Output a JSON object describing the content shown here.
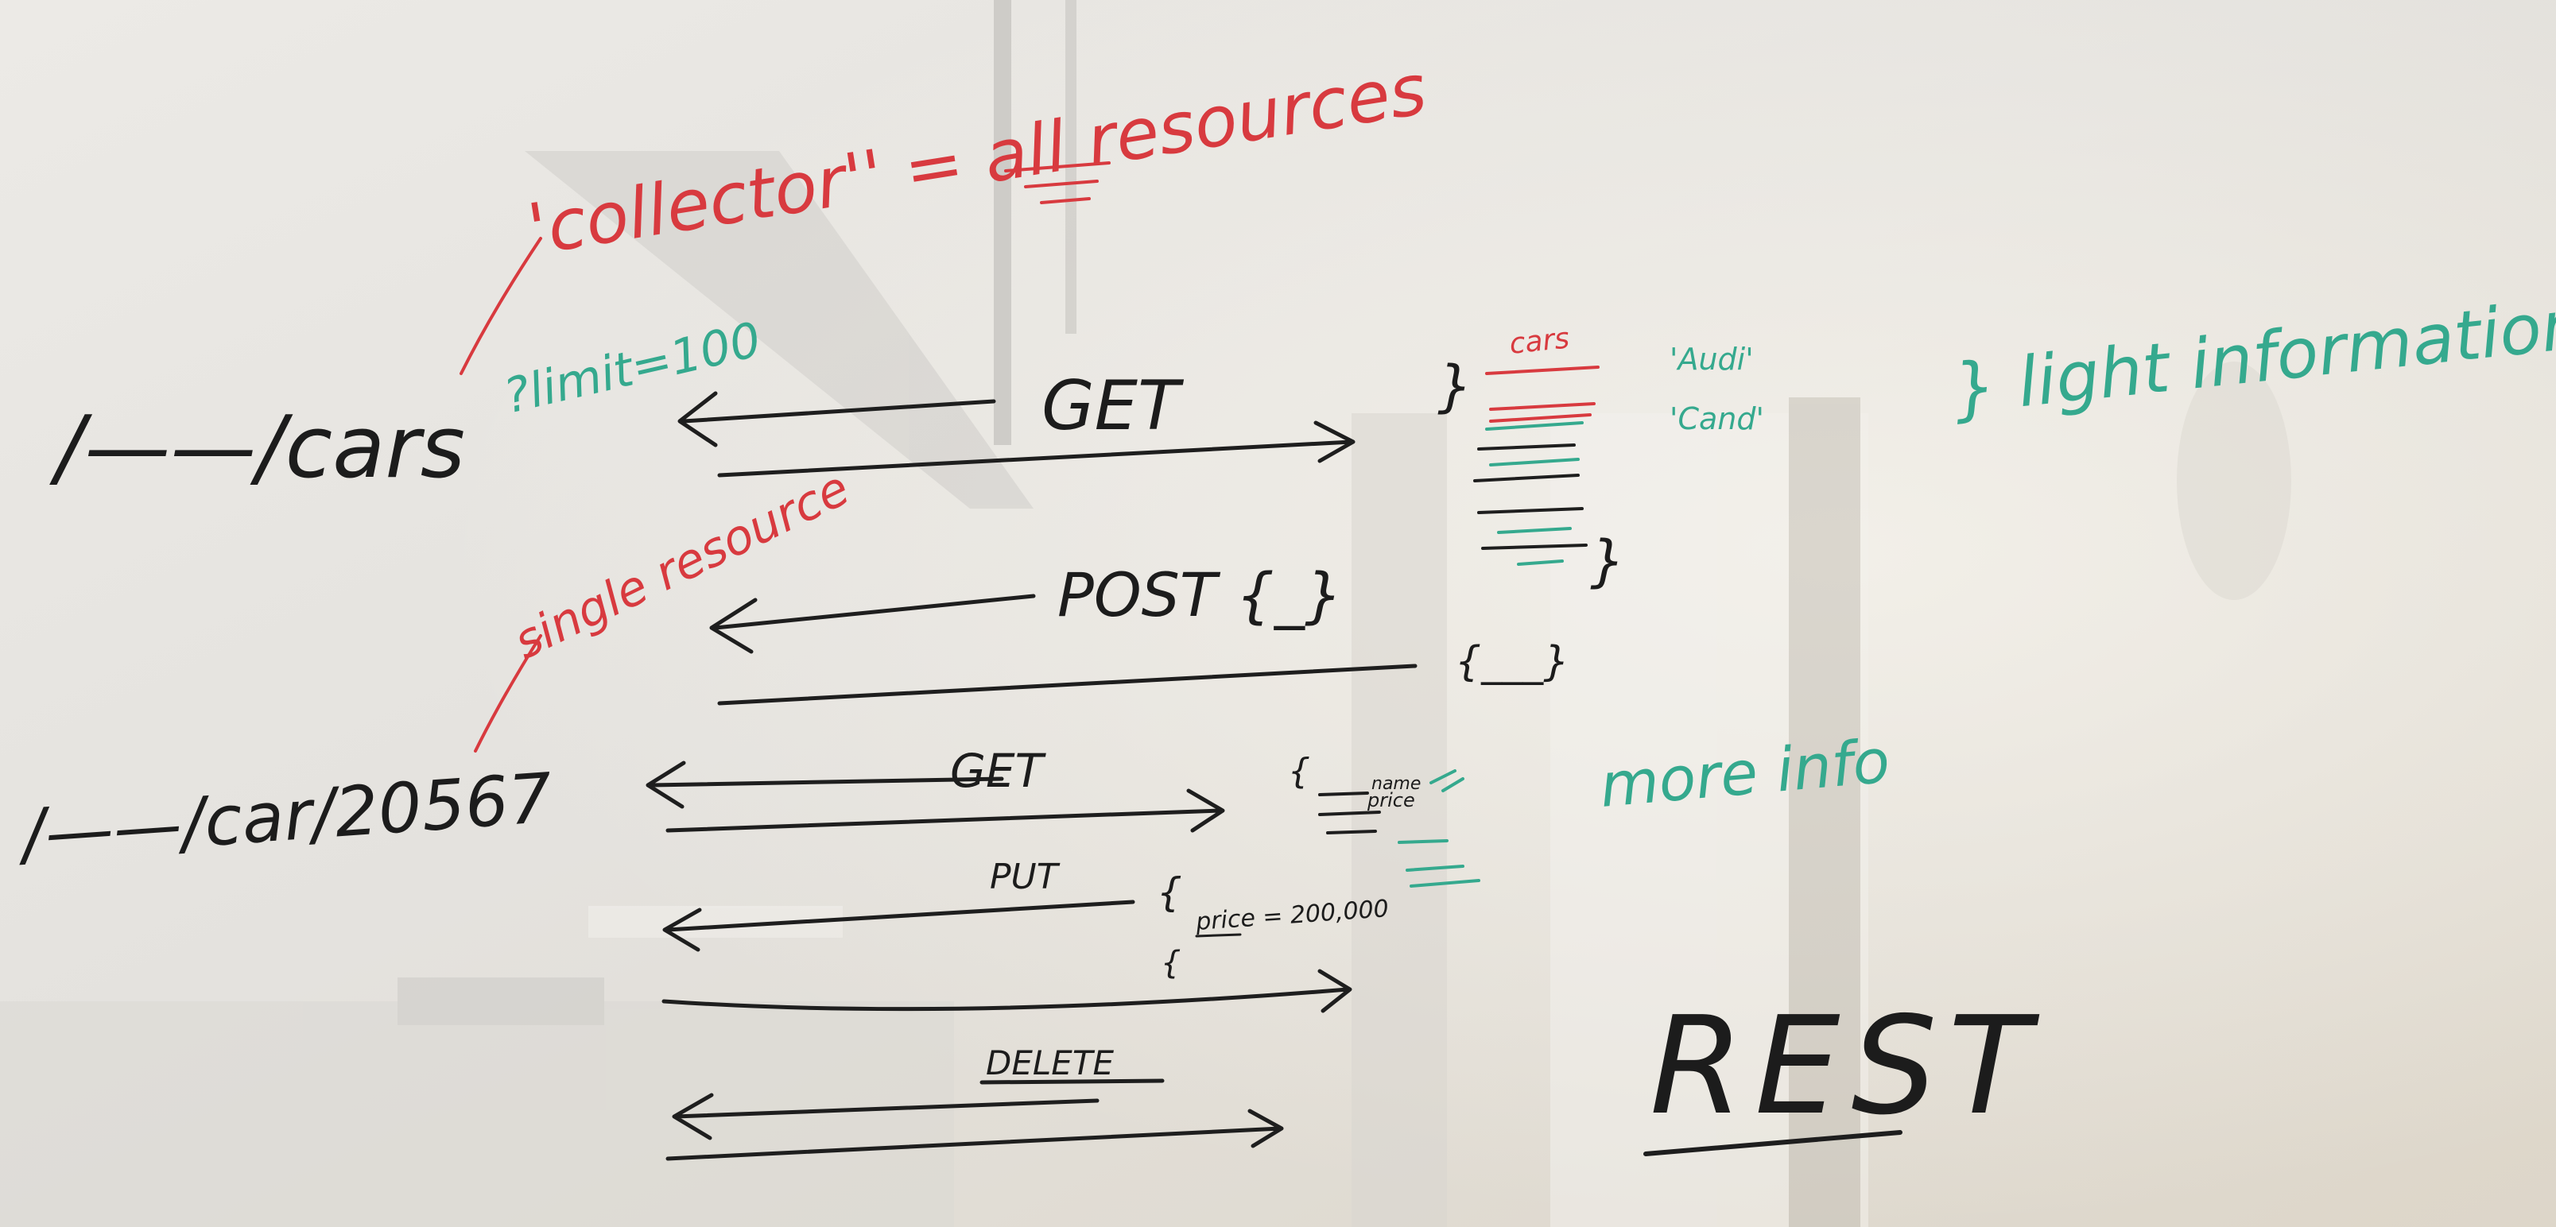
{
  "title": "REST",
  "collector_note": "'collector'' = all resources",
  "single_resource_note": "single resource",
  "collection_path": "/——/cars",
  "query_param": "?limit=100",
  "item_path": "/——/car/20567",
  "methods": {
    "collection_get": "GET",
    "collection_post": "POST {_}",
    "item_get": "GET",
    "item_put": "PUT",
    "item_delete": "DELETE"
  },
  "response_notes": {
    "cars_heading": "cars",
    "light_info": "} light information",
    "more_info": "more info",
    "put_body": "price = 200,000",
    "list_fragments": [
      "'Audi'",
      "'Cand'"
    ],
    "item_fields": [
      "name",
      "price"
    ],
    "post_response": "{___}"
  },
  "colors": {
    "board": "#e9e6e0",
    "black_marker": "#1e1e1e",
    "red_marker": "#d83a3f",
    "green_marker": "#35a98e"
  }
}
